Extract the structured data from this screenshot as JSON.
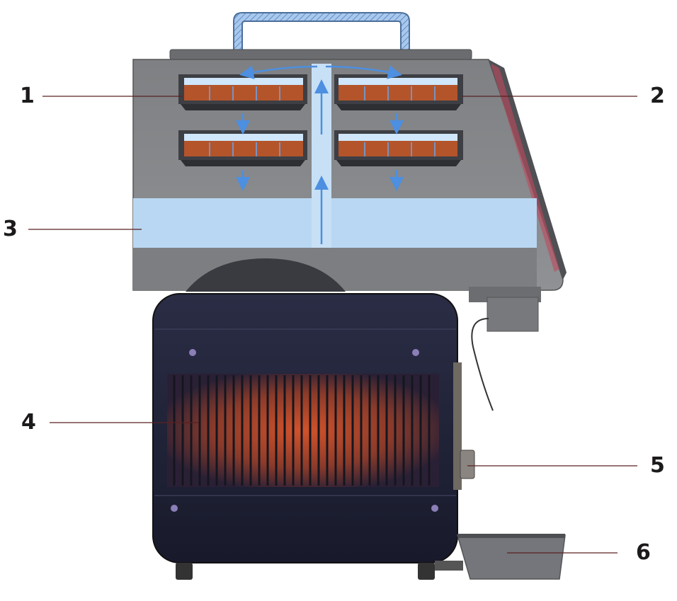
{
  "diagram": {
    "callouts": [
      {
        "id": "1",
        "label": "1"
      },
      {
        "id": "2",
        "label": "2"
      },
      {
        "id": "3",
        "label": "3"
      },
      {
        "id": "4",
        "label": "4"
      },
      {
        "id": "5",
        "label": "5"
      },
      {
        "id": "6",
        "label": "6"
      }
    ],
    "colors": {
      "housing": "#8a8b8d",
      "housing_dark": "#5d5e61",
      "airflow": "#b9d7f2",
      "arrow": "#4d8fe0",
      "fuel_bed": "#b4542a",
      "heater_body": "#1f2238",
      "grille_glow": "#c4532b",
      "handle": "#6f9fd6",
      "tray": "#74767b"
    }
  }
}
